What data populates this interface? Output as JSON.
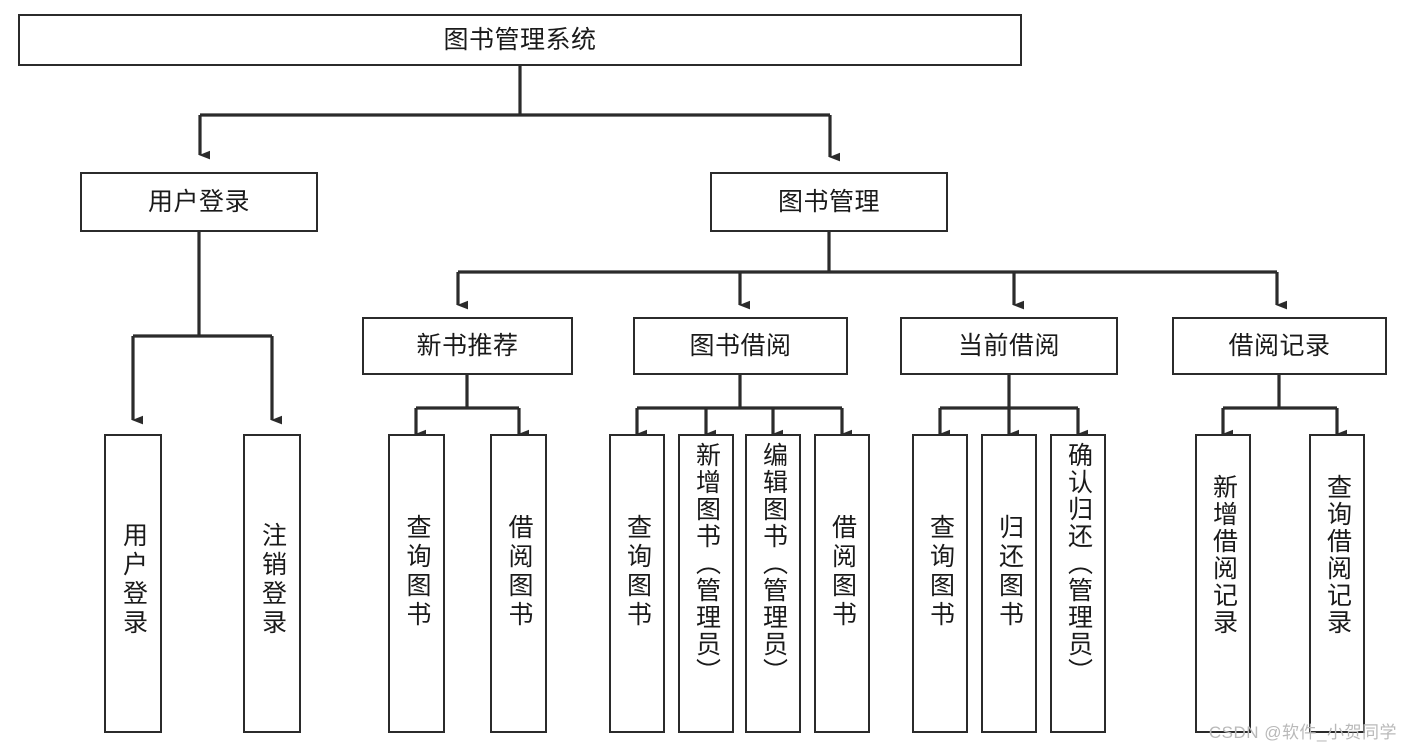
{
  "diagram": {
    "title": "图书管理系统",
    "type": "tree-hierarchy-diagram",
    "watermark": "CSDN @软件_小贺同学",
    "colors": {
      "box_border": "#2b2b2b",
      "box_fill": "#ffffff",
      "edge": "#2b2b2b",
      "text": "#1a1a1a",
      "watermark": "#b9b9b9",
      "background": "#ffffff"
    },
    "nodes": {
      "root": {
        "label": "图书管理系统"
      },
      "level2": [
        {
          "id": "user-login",
          "label": "用户登录"
        },
        {
          "id": "book-management",
          "label": "图书管理"
        }
      ],
      "level3": [
        {
          "id": "new-book-recommend",
          "label": "新书推荐"
        },
        {
          "id": "book-borrow",
          "label": "图书借阅"
        },
        {
          "id": "current-borrow",
          "label": "当前借阅"
        },
        {
          "id": "borrow-record",
          "label": "借阅记录"
        }
      ],
      "leaves": {
        "user_login": [
          {
            "id": "leaf-user-login",
            "label": "用户登录"
          },
          {
            "id": "leaf-logout-login",
            "label": "注销登录"
          }
        ],
        "new_book_recommend": [
          {
            "id": "leaf-query-book-1",
            "label": "查询图书"
          },
          {
            "id": "leaf-borrow-book-1",
            "label": "借阅图书"
          }
        ],
        "book_borrow": [
          {
            "id": "leaf-query-book-2",
            "label": "查询图书"
          },
          {
            "id": "leaf-add-book-admin",
            "label": "新增图书（管理员）"
          },
          {
            "id": "leaf-edit-book-admin",
            "label": "编辑图书（管理员）"
          },
          {
            "id": "leaf-borrow-book-2",
            "label": "借阅图书"
          }
        ],
        "current_borrow": [
          {
            "id": "leaf-query-book-3",
            "label": "查询图书"
          },
          {
            "id": "leaf-return-book",
            "label": "归还图书"
          },
          {
            "id": "leaf-confirm-return-admin",
            "label": "确认归还（管理员）"
          }
        ],
        "borrow_record": [
          {
            "id": "leaf-add-borrow-record",
            "label": "新增借阅记录"
          },
          {
            "id": "leaf-query-borrow-record",
            "label": "查询借阅记录"
          }
        ]
      }
    }
  }
}
